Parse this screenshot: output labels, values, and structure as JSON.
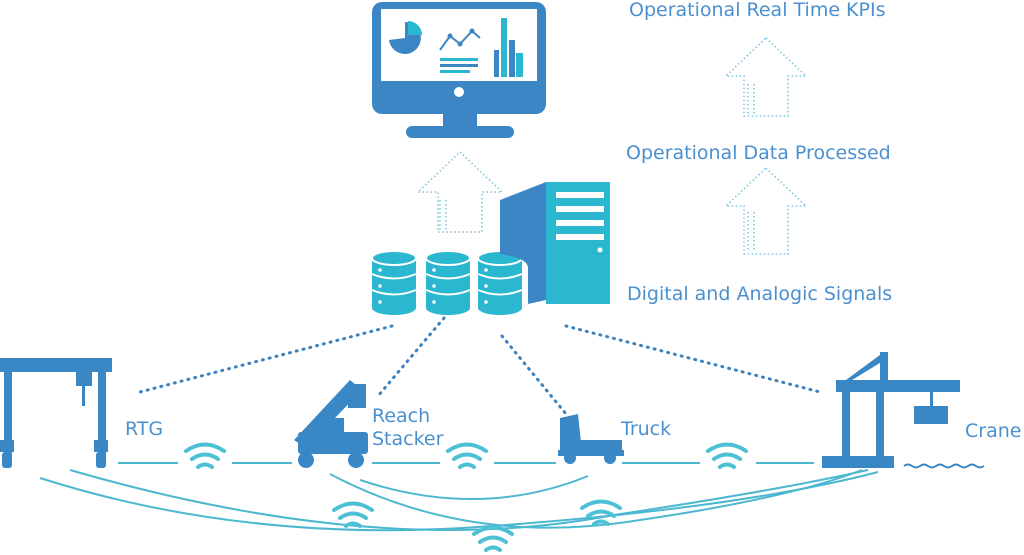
{
  "colors": {
    "monitor_blue": "#3d86c6",
    "server_teal": "#2bb7cf",
    "equipment_blue": "#3a87c6",
    "arrow_outline": "#7fc6dc",
    "dotted_link": "#3a82bf",
    "wifi": "#4cc0d4",
    "label_text": "#4a90d0"
  },
  "flow_labels": {
    "kpis": "Operational Real Time KPIs",
    "processed": "Operational Data Processed",
    "signals": "Digital and Analogic Signals"
  },
  "equipment": {
    "rtg": "RTG",
    "reach_line1": "Reach",
    "reach_line2": "Stacker",
    "truck": "Truck",
    "crane": "Crane"
  },
  "icons": [
    "monitor-dashboard-icon",
    "database-icon",
    "server-tower-icon",
    "up-arrow-icon",
    "rtg-gantry-icon",
    "reach-stacker-icon",
    "truck-icon",
    "ship-crane-icon",
    "wifi-icon"
  ]
}
